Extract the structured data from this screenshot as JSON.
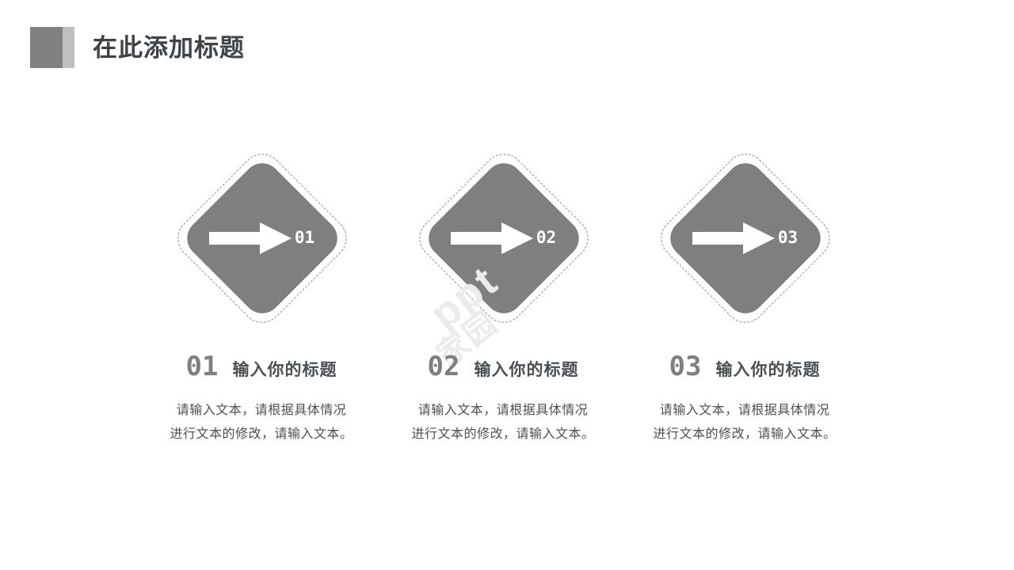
{
  "slide": {
    "title": "在此添加标题",
    "background_color": "#ffffff",
    "accent_color": "#7f7f7f",
    "accent_light_color": "#bfbfbf",
    "text_color": "#4a4f54",
    "title_color": "#3d4348"
  },
  "watermark": {
    "line1": "ppt",
    "line2": "家园"
  },
  "diamonds": [
    {
      "number": "01",
      "arrow_icon": "arrow-right-icon"
    },
    {
      "number": "02",
      "arrow_icon": "arrow-right-icon"
    },
    {
      "number": "03",
      "arrow_icon": "arrow-right-icon"
    }
  ],
  "columns": [
    {
      "number": "01",
      "title": "输入你的标题",
      "body_line1": "请输入文本，请根据具体情况",
      "body_line2": "进行文本的修改，请输入文本。"
    },
    {
      "number": "02",
      "title": "输入你的标题",
      "body_line1": "请输入文本，请根据具体情况",
      "body_line2": "进行文本的修改，请输入文本。"
    },
    {
      "number": "03",
      "title": "输入你的标题",
      "body_line1": "请输入文本，请根据具体情况",
      "body_line2": "进行文本的修改，请输入文本。"
    }
  ]
}
